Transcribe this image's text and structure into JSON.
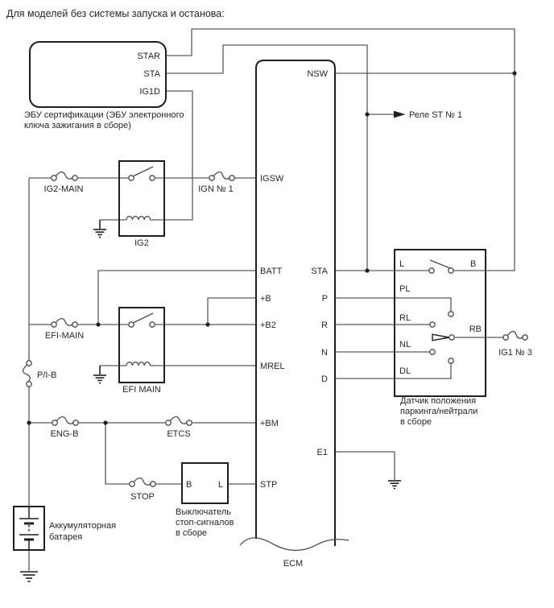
{
  "title": "Для моделей без системы запуска и останова:",
  "colors": {
    "wire": "#5a5a5a",
    "component": "#1f1f1f",
    "text": "#262626",
    "background": "#ffffff"
  },
  "cert_ecu": {
    "pins": {
      "star": "STAR",
      "sta": "STA",
      "ig1d": "IG1D"
    },
    "label_line1": "ЭБУ сертификации (ЭБУ электронного",
    "label_line2": "ключа зажигания в сборе)"
  },
  "ecm": {
    "label": "ECM",
    "pins": {
      "nsw": "NSW",
      "igsw": "IGSW",
      "batt": "BATT",
      "sta": "STA",
      "plus_b": "+B",
      "p": "P",
      "plus_b2": "+B2",
      "r": "R",
      "mrel": "MREL",
      "n": "N",
      "d": "D",
      "plus_bm": "+BM",
      "e1": "E1",
      "stp": "STP"
    }
  },
  "st_relay_label": "Реле ST № 1",
  "fuses": {
    "ig2_main": "IG2-MAIN",
    "ign1": "IGN № 1",
    "efi_main": "EFI-MAIN",
    "pib": "P/I-B",
    "eng_b": "ENG-B",
    "etcs": "ETCS",
    "stop": "STOP",
    "ig1_3": "IG1 № 3"
  },
  "relays": {
    "ig2": "IG2",
    "efi_main": "EFI MAIN"
  },
  "pnp_sensor": {
    "pins": {
      "l": "L",
      "b": "B",
      "pl": "PL",
      "rl": "RL",
      "nl": "NL",
      "dl": "DL",
      "rb": "RB"
    },
    "label_line1": "Датчик положения",
    "label_line2": "паркинга/нейтрали",
    "label_line3": "в сборе"
  },
  "stop_switch": {
    "pins": {
      "b": "B",
      "l": "L"
    },
    "label_line1": "Выключатель",
    "label_line2": "стоп-сигналов",
    "label_line3": "в сборе"
  },
  "battery": {
    "label_line1": "Аккумуляторная",
    "label_line2": "батарея"
  }
}
